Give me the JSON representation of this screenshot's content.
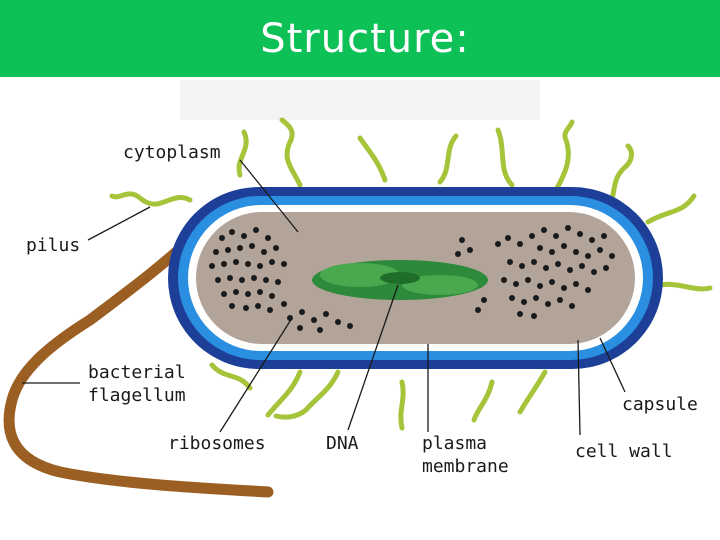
{
  "slide": {
    "title": "Structure:"
  },
  "diagram": {
    "labels": {
      "cytoplasm": "cytoplasm",
      "pilus": "pilus",
      "flagellum_line1": "bacterial",
      "flagellum_line2": "flagellum",
      "ribosomes": "ribosomes",
      "dna": "DNA",
      "membrane_line1": "plasma",
      "membrane_line2": "membrane",
      "capsule": "capsule",
      "cell_wall": "cell wall"
    },
    "colors": {
      "title_bar": "#0dc157",
      "capsule": "#1d3f98",
      "cell_wall": "#2a8fe0",
      "plasma_membrane": "#ffffff",
      "cytoplasm": "#b3a49a",
      "dna": "#2d8a3a",
      "ribosomes": "#1a1a1a",
      "pili": "#a6c43a",
      "flagellum": "#9b5e23"
    }
  }
}
